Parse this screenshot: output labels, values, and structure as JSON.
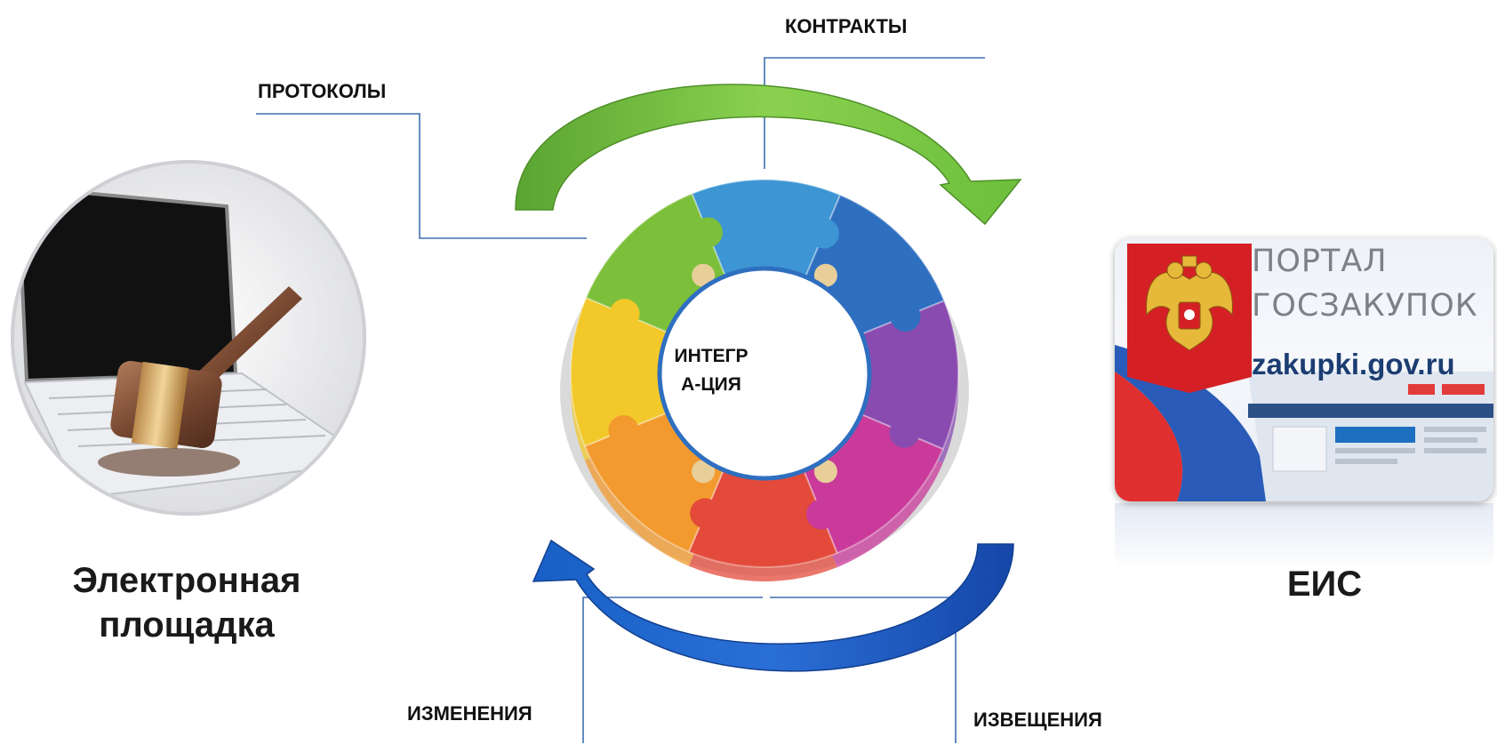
{
  "diagram": {
    "center_label_line1": "ИНТЕГР",
    "center_label_line2": "А-ЦИЯ",
    "flows": {
      "top_left": "ПРОТОКОЛЫ",
      "top_right": "КОНТРАКТЫ",
      "bottom_left": "ИЗМЕНЕНИЯ",
      "bottom_right": "ИЗВЕЩЕНИЯ"
    },
    "puzzle_colors": [
      "#3d95d3",
      "#2f6fc0",
      "#8a4bb0",
      "#c93a9a",
      "#e34a3a",
      "#f29a2e",
      "#f2c82a",
      "#7cbf3a"
    ],
    "arrow_colors": {
      "top": "#7dc64a",
      "bottom": "#1f5fc2"
    }
  },
  "left_node": {
    "caption_line1": "Электронная",
    "caption_line2": "площадка",
    "image": "gavel-on-laptop"
  },
  "right_node": {
    "caption": "ЕИС",
    "card": {
      "title_line1": "ПОРТАЛ",
      "title_line2": "ГОСЗАКУПОК",
      "url": "zakupki.gov.ru",
      "emblem": "russian-coat-of-arms"
    }
  }
}
